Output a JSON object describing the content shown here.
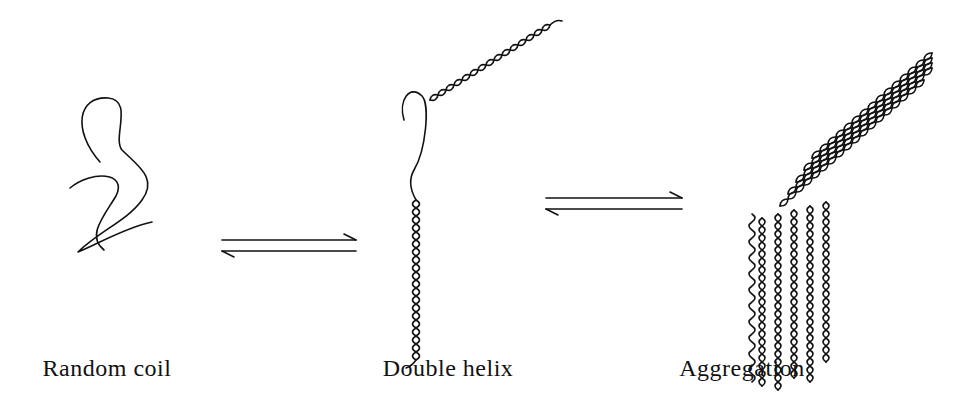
{
  "diagram": {
    "labels": [
      "Random coil",
      "Double helix",
      "Aggregation"
    ]
  }
}
